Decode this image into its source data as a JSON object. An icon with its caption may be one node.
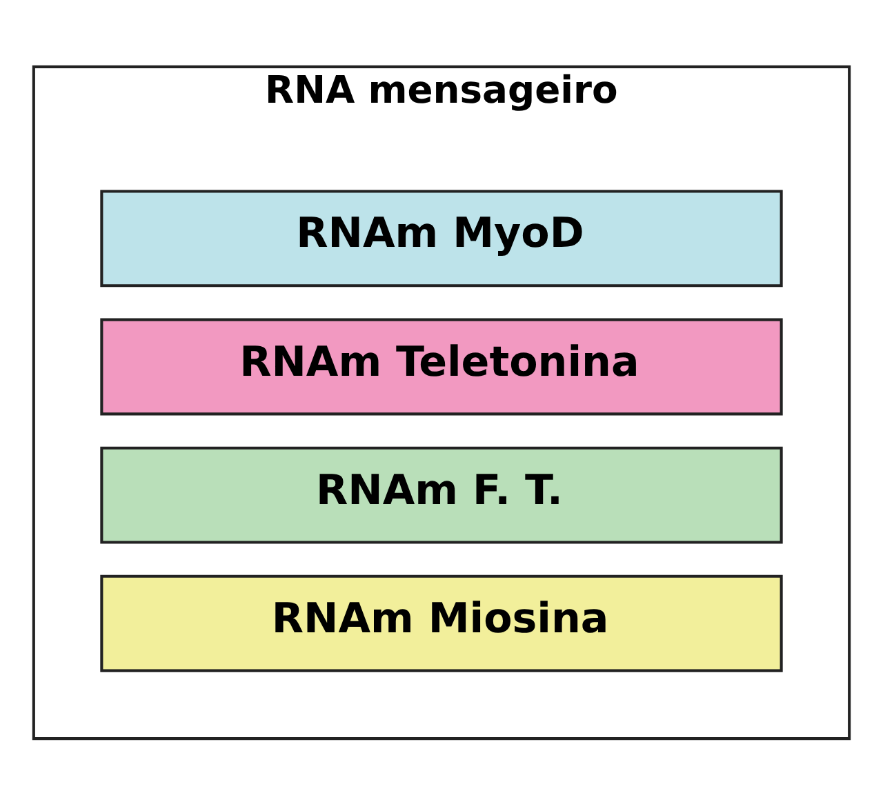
{
  "diagram": {
    "nodes": [
      {
        "text": [
          "RNA mensageiro"
        ]
      },
      {
        "text": [
          "RNAm MyoD"
        ],
        "in": 0
      },
      {
        "text": [
          "RNAm Teletonina"
        ],
        "in": 0
      },
      {
        "text": [
          "RNAm F. T."
        ],
        "in": 0
      },
      {
        "text": [
          "RNAm Miosina"
        ],
        "in": 0
      }
    ],
    "edges": []
  }
}
